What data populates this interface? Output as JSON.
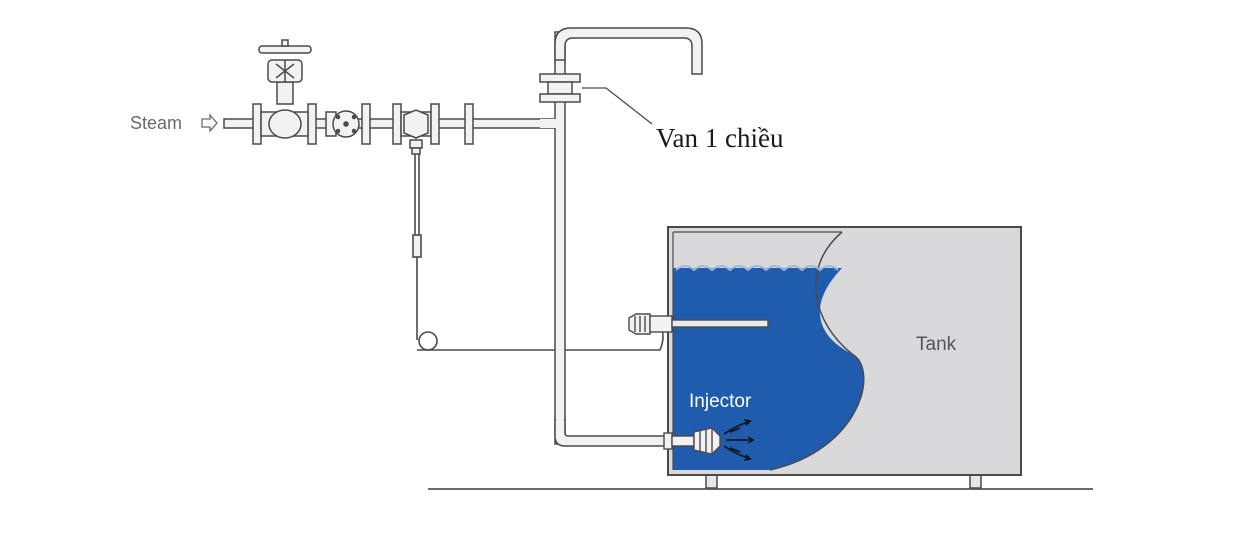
{
  "labels": {
    "steam": "Steam",
    "check_valve": "Van 1 chiều",
    "tank": "Tank",
    "injector": "Injector"
  },
  "colors": {
    "water": "#1f5cae",
    "tank_fill": "#d9d9db",
    "pipe_fill": "#f2f2f2",
    "line": "#4a4a4a"
  }
}
